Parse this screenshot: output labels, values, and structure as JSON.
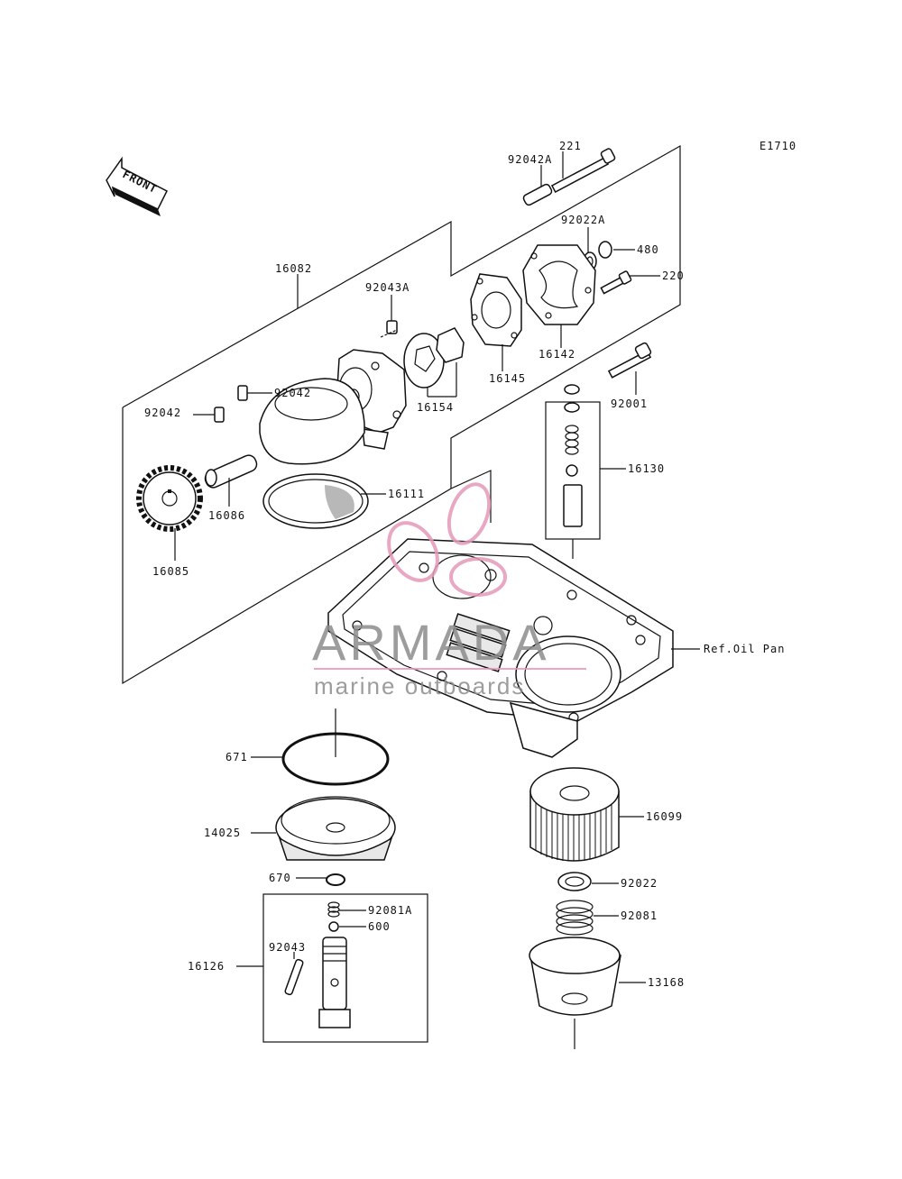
{
  "diagram_id": "E1710",
  "front_label": "FRONT",
  "ref_label": "Ref.Oil Pan",
  "watermark": {
    "brand": "ARMADA",
    "tagline": "marine outboards",
    "color": "#e59ab9"
  },
  "labels": {
    "p221": "221",
    "p92042A": "92042A",
    "p92022A": "92022A",
    "p480": "480",
    "p220": "220",
    "p16082": "16082",
    "p92043A": "92043A",
    "p16142": "16142",
    "p16145": "16145",
    "p92001": "92001",
    "p92042_right": "92042",
    "p92042_left": "92042",
    "p16154": "16154",
    "p16130": "16130",
    "p16111": "16111",
    "p16086": "16086",
    "p16085": "16085",
    "p671": "671",
    "p14025": "14025",
    "p670": "670",
    "p16099": "16099",
    "p92022": "92022",
    "p92081A": "92081A",
    "p600": "600",
    "p92081": "92081",
    "p92043": "92043",
    "p16126": "16126",
    "p13168": "13168"
  }
}
